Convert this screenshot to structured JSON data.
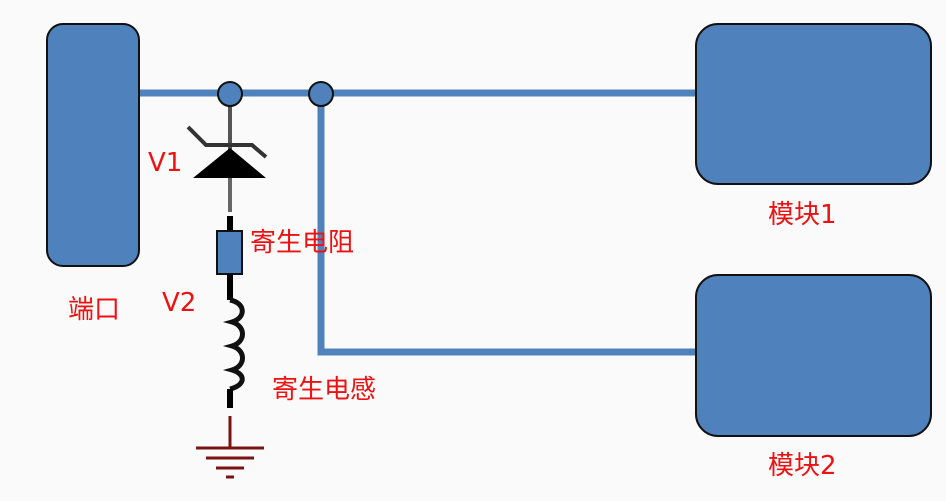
{
  "diagram": {
    "title": "Port protection circuit with parasitic elements",
    "colors": {
      "block_fill": "#4f81bd",
      "wire": "#4f81bd",
      "outline": "#111111",
      "label": "#ee1111",
      "ground": "#7a1414",
      "component": "#000000"
    },
    "nodes": [
      {
        "id": "port",
        "label": "端口",
        "type": "block"
      },
      {
        "id": "module1",
        "label": "模块1",
        "type": "block"
      },
      {
        "id": "module2",
        "label": "模块2",
        "type": "block"
      },
      {
        "id": "junction1",
        "type": "junction"
      },
      {
        "id": "junction2",
        "type": "junction"
      },
      {
        "id": "tvs_diode",
        "label": "V1",
        "type": "tvs-diode"
      },
      {
        "id": "parasitic_resistor",
        "label": "寄生电阻",
        "type": "resistor"
      },
      {
        "id": "parasitic_inductor",
        "label": "寄生电感",
        "type": "inductor"
      },
      {
        "id": "ground",
        "type": "ground"
      }
    ],
    "labels": {
      "port": "端口",
      "module1": "模块1",
      "module2": "模块2",
      "v1": "V1",
      "v2": "V2",
      "resistor": "寄生电阻",
      "inductor": "寄生电感"
    },
    "edges": [
      {
        "from": "port",
        "to": "junction1"
      },
      {
        "from": "junction1",
        "to": "junction2"
      },
      {
        "from": "junction2",
        "to": "module1"
      },
      {
        "from": "junction2",
        "to": "module2"
      },
      {
        "from": "junction1",
        "to": "tvs_diode"
      },
      {
        "from": "tvs_diode",
        "to": "parasitic_resistor"
      },
      {
        "from": "parasitic_resistor",
        "to": "parasitic_inductor"
      },
      {
        "from": "parasitic_inductor",
        "to": "ground"
      }
    ]
  }
}
